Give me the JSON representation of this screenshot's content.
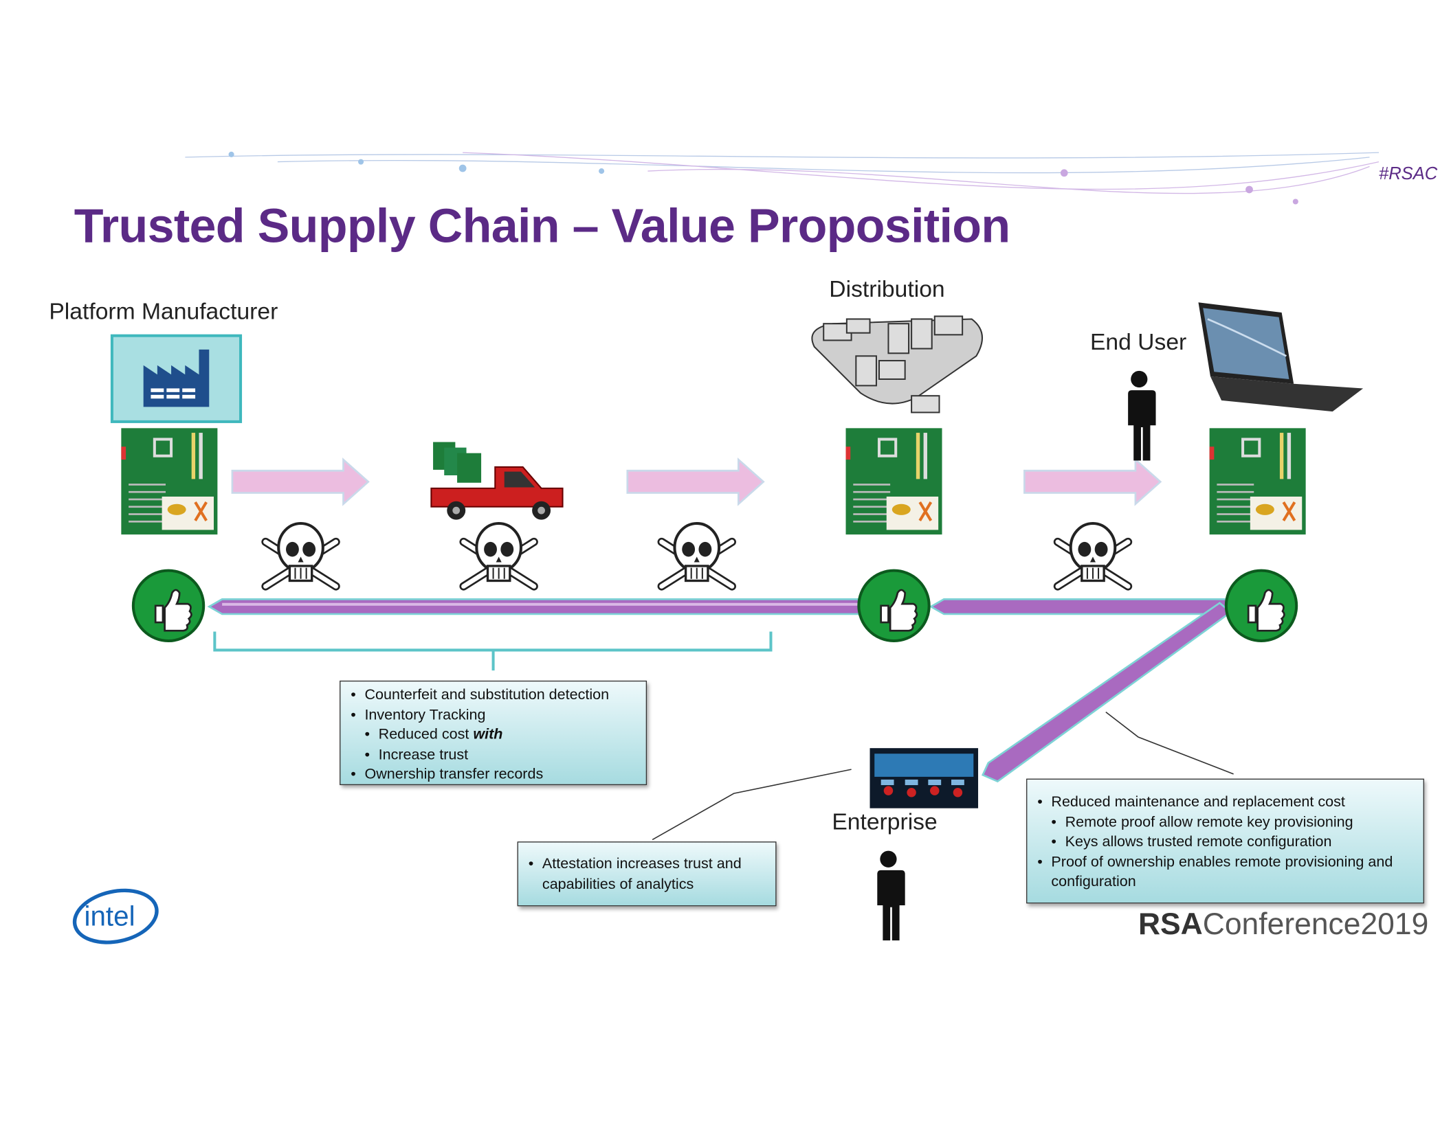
{
  "header": {
    "title": "Trusted Supply Chain – Value Proposition",
    "hashtag": "#RSAC"
  },
  "stages": {
    "manufacturer": "Platform Manufacturer",
    "distribution": "Distribution",
    "end_user": "End User",
    "enterprise": "Enterprise"
  },
  "boxes": {
    "supply_chain": [
      {
        "text": "Counterfeit and substitution detection",
        "level": 1
      },
      {
        "text": "Inventory Tracking",
        "level": 1
      },
      {
        "text": "Reduced cost ",
        "emph": "with",
        "level": 2
      },
      {
        "text": "Increase trust",
        "level": 2
      },
      {
        "text": "Ownership transfer records",
        "level": 1
      }
    ],
    "enterprise": [
      {
        "text": "Attestation increases trust and capabilities of analytics",
        "level": 1
      }
    ],
    "end_user": [
      {
        "text": "Reduced maintenance and replacement cost",
        "level": 1
      },
      {
        "text": "Remote proof allow remote key provisioning",
        "level": 2
      },
      {
        "text": "Keys allows trusted remote configuration",
        "level": 2
      },
      {
        "text": "Proof of ownership enables remote provisioning and configuration",
        "level": 1
      }
    ]
  },
  "footer": {
    "logo_left": "intel",
    "conference_brand": "RSA",
    "conference_name": "Conference2019"
  },
  "colors": {
    "title": "#5b2a86",
    "arrow": "#e8b7dc",
    "flow_bar": "#9b59b6",
    "thumb_green": "#1a9a3a",
    "teal": "#4fc3c8"
  }
}
